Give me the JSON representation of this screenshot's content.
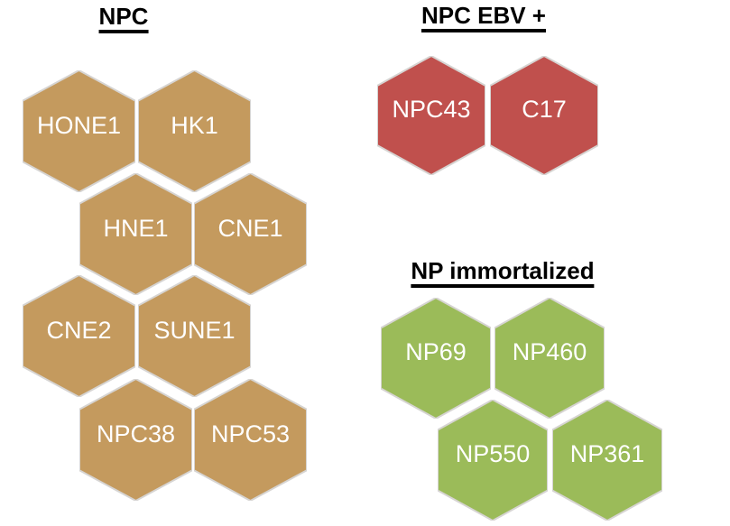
{
  "ui": {
    "background_color": "#ffffff",
    "title_color": "#000000",
    "hex_stroke": "#d6d4d2",
    "hex_label_color": "#ffffff"
  },
  "groups": [
    {
      "title": "NPC",
      "color": "#c49a5e",
      "cells": [
        {
          "label": "HONE1"
        },
        {
          "label": "HK1"
        },
        {
          "label": "HNE1"
        },
        {
          "label": "CNE1"
        },
        {
          "label": "CNE2"
        },
        {
          "label": "SUNE1"
        },
        {
          "label": "NPC38"
        },
        {
          "label": "NPC53"
        }
      ]
    },
    {
      "title": "NPC EBV +",
      "color": "#c0504d",
      "cells": [
        {
          "label": "NPC43"
        },
        {
          "label": "C17"
        }
      ]
    },
    {
      "title": "NP immortalized",
      "color": "#9bbb59",
      "cells": [
        {
          "label": "NP69"
        },
        {
          "label": "NP460"
        },
        {
          "label": "NP550"
        },
        {
          "label": "NP361"
        }
      ]
    }
  ]
}
